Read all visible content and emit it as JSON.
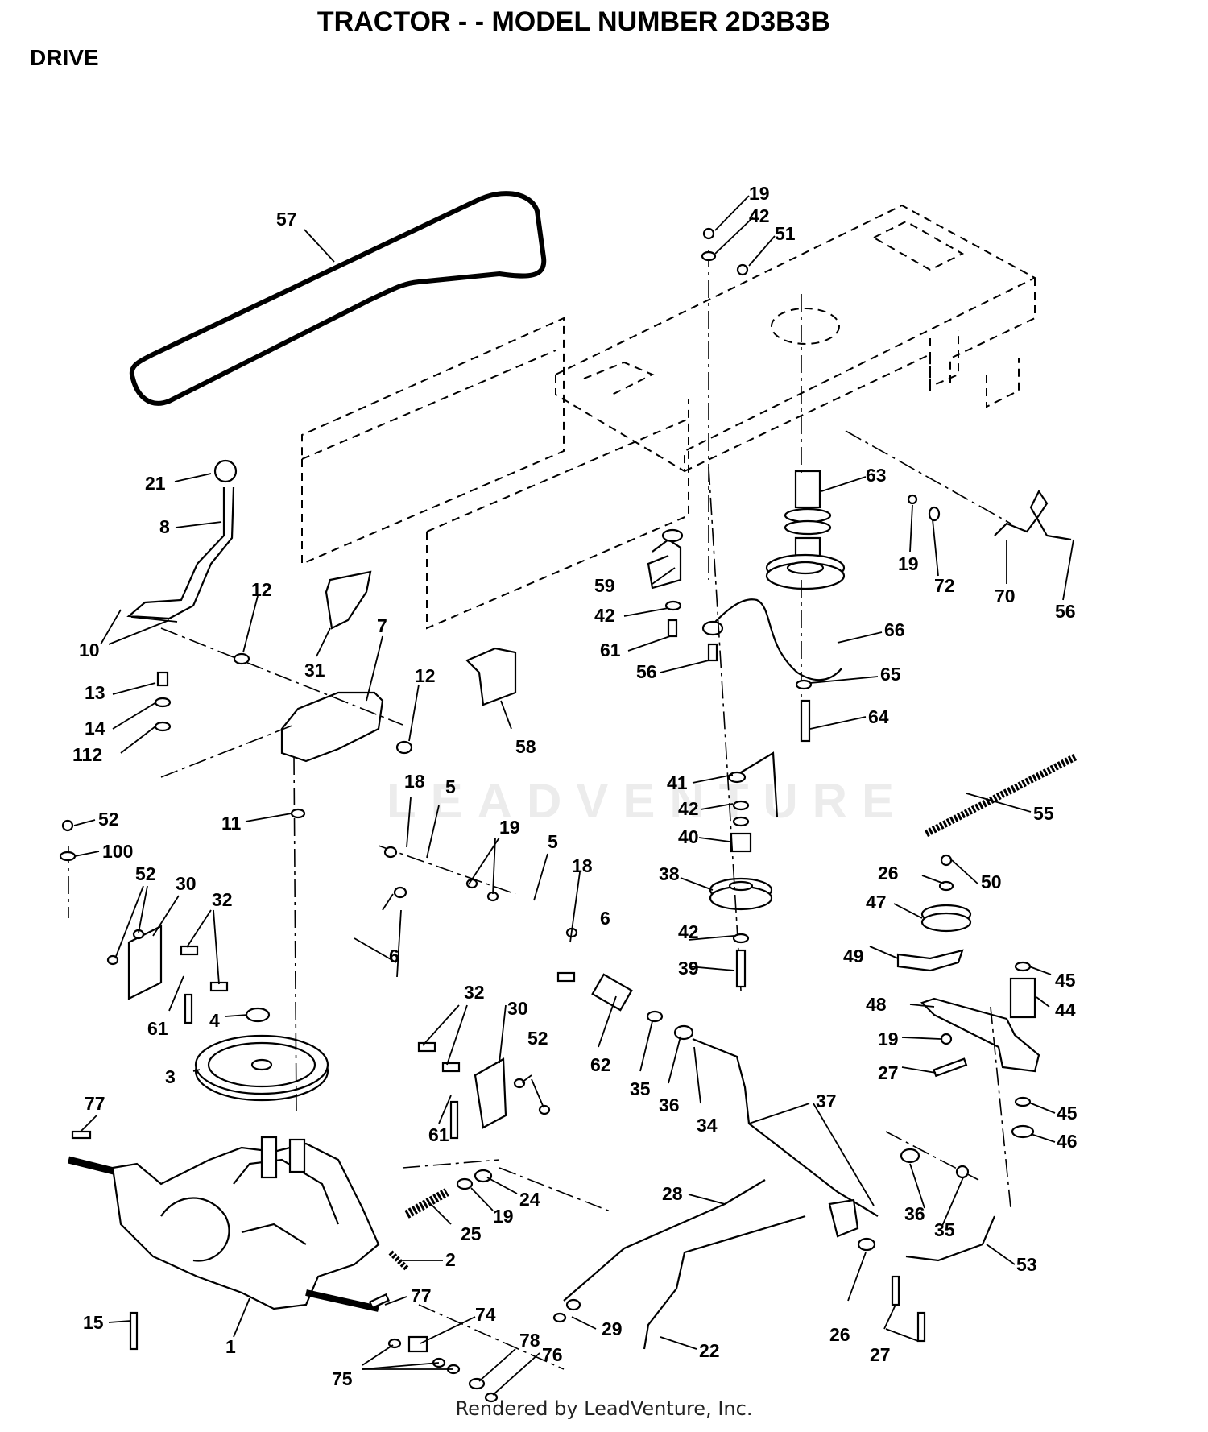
{
  "header": {
    "title": "TRACTOR - - MODEL NUMBER 2D3B3B",
    "section": "DRIVE"
  },
  "watermark": "LEADVENTURE",
  "footer": "Rendered by LeadVenture, Inc.",
  "callouts": [
    {
      "id": "c57",
      "label": "57"
    },
    {
      "id": "c19a",
      "label": "19"
    },
    {
      "id": "c42a",
      "label": "42"
    },
    {
      "id": "c51",
      "label": "51"
    },
    {
      "id": "c21",
      "label": "21"
    },
    {
      "id": "c8",
      "label": "8"
    },
    {
      "id": "c63",
      "label": "63"
    },
    {
      "id": "c19b",
      "label": "19"
    },
    {
      "id": "c72",
      "label": "72"
    },
    {
      "id": "c70",
      "label": "70"
    },
    {
      "id": "c56a",
      "label": "56"
    },
    {
      "id": "c12a",
      "label": "12"
    },
    {
      "id": "c59",
      "label": "59"
    },
    {
      "id": "c42b",
      "label": "42"
    },
    {
      "id": "c66",
      "label": "66"
    },
    {
      "id": "c10",
      "label": "10"
    },
    {
      "id": "c31",
      "label": "31"
    },
    {
      "id": "c7",
      "label": "7"
    },
    {
      "id": "c61a",
      "label": "61"
    },
    {
      "id": "c56b",
      "label": "56"
    },
    {
      "id": "c65",
      "label": "65"
    },
    {
      "id": "c13",
      "label": "13"
    },
    {
      "id": "c12b",
      "label": "12"
    },
    {
      "id": "c14",
      "label": "14"
    },
    {
      "id": "c64",
      "label": "64"
    },
    {
      "id": "c112",
      "label": "112"
    },
    {
      "id": "c58",
      "label": "58"
    },
    {
      "id": "c18a",
      "label": "18"
    },
    {
      "id": "c5a",
      "label": "5"
    },
    {
      "id": "c41",
      "label": "41"
    },
    {
      "id": "c55",
      "label": "55"
    },
    {
      "id": "c52a",
      "label": "52"
    },
    {
      "id": "c42c",
      "label": "42"
    },
    {
      "id": "c11",
      "label": "11"
    },
    {
      "id": "c100",
      "label": "100"
    },
    {
      "id": "c19c",
      "label": "19"
    },
    {
      "id": "c5b",
      "label": "5"
    },
    {
      "id": "c40",
      "label": "40"
    },
    {
      "id": "c52b",
      "label": "52"
    },
    {
      "id": "c30a",
      "label": "30"
    },
    {
      "id": "c18b",
      "label": "18"
    },
    {
      "id": "c26a",
      "label": "26"
    },
    {
      "id": "c50",
      "label": "50"
    },
    {
      "id": "c32a",
      "label": "32"
    },
    {
      "id": "c38",
      "label": "38"
    },
    {
      "id": "c47",
      "label": "47"
    },
    {
      "id": "c6a",
      "label": "6"
    },
    {
      "id": "c6b",
      "label": "6"
    },
    {
      "id": "c42d",
      "label": "42"
    },
    {
      "id": "c49",
      "label": "49"
    },
    {
      "id": "c39",
      "label": "39"
    },
    {
      "id": "c45a",
      "label": "45"
    },
    {
      "id": "c4",
      "label": "4"
    },
    {
      "id": "c61b",
      "label": "61"
    },
    {
      "id": "c32b",
      "label": "32"
    },
    {
      "id": "c44",
      "label": "44"
    },
    {
      "id": "c48",
      "label": "48"
    },
    {
      "id": "c30b",
      "label": "30"
    },
    {
      "id": "c52c",
      "label": "52"
    },
    {
      "id": "c19d",
      "label": "19"
    },
    {
      "id": "c3",
      "label": "3"
    },
    {
      "id": "c62",
      "label": "62"
    },
    {
      "id": "c27a",
      "label": "27"
    },
    {
      "id": "c35a",
      "label": "35"
    },
    {
      "id": "c36a",
      "label": "36"
    },
    {
      "id": "c34",
      "label": "34"
    },
    {
      "id": "c61c",
      "label": "61"
    },
    {
      "id": "c37",
      "label": "37"
    },
    {
      "id": "c45b",
      "label": "45"
    },
    {
      "id": "c77a",
      "label": "77"
    },
    {
      "id": "c46",
      "label": "46"
    },
    {
      "id": "c24",
      "label": "24"
    },
    {
      "id": "c28",
      "label": "28"
    },
    {
      "id": "c19e",
      "label": "19"
    },
    {
      "id": "c36b",
      "label": "36"
    },
    {
      "id": "c25",
      "label": "25"
    },
    {
      "id": "c35b",
      "label": "35"
    },
    {
      "id": "c2",
      "label": "2"
    },
    {
      "id": "c53",
      "label": "53"
    },
    {
      "id": "c77b",
      "label": "77"
    },
    {
      "id": "c15",
      "label": "15"
    },
    {
      "id": "c74",
      "label": "74"
    },
    {
      "id": "c29",
      "label": "29"
    },
    {
      "id": "c1",
      "label": "1"
    },
    {
      "id": "c26b",
      "label": "26"
    },
    {
      "id": "c22",
      "label": "22"
    },
    {
      "id": "c78",
      "label": "78"
    },
    {
      "id": "c76",
      "label": "76"
    },
    {
      "id": "c27b",
      "label": "27"
    },
    {
      "id": "c75",
      "label": "75"
    }
  ]
}
